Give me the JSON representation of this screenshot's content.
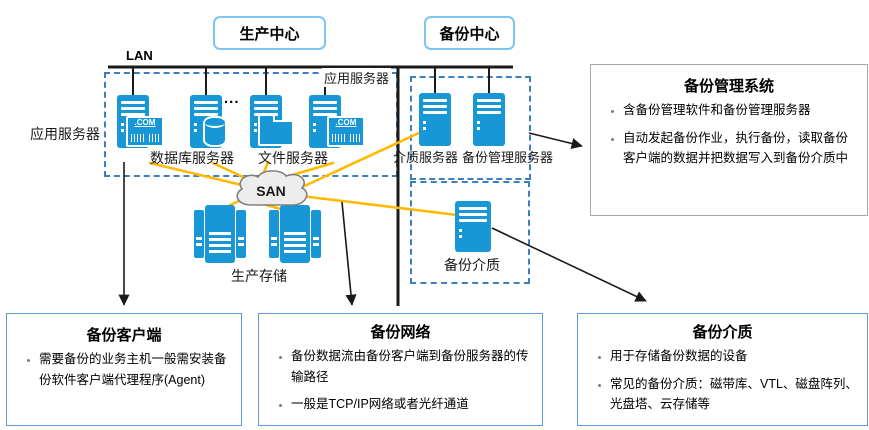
{
  "diagram": {
    "top_boxes": {
      "production_center": "生产中心",
      "backup_center": "备份中心"
    },
    "lan_label": "LAN",
    "san_label": "SAN",
    "left_group": {
      "outside_label": "应用服务器",
      "corner_label": "应用服务器",
      "ellipsis": "...",
      "db_server_label": "数据库服务器",
      "file_server_label": "文件服务器"
    },
    "right_group": {
      "media_server_label": "介质服务器",
      "backup_mgmt_server_label": "备份管理服务器",
      "backup_media_label": "备份介质"
    },
    "storage_label": "生产存储",
    "badge_com": ".COM"
  },
  "panels": {
    "backup_mgmt_system": {
      "title": "备份管理系统",
      "bullets": [
        "含备份管理软件和备份管理服务器",
        "自动发起备份作业，执行备份，读取备份客户端的数据并把数据写入到备份介质中"
      ]
    },
    "backup_client": {
      "title": "备份客户端",
      "bullets": [
        "需要备份的业务主机一般需安装备份软件客户端代理程序(Agent)"
      ]
    },
    "backup_network": {
      "title": "备份网络",
      "bullets": [
        "备份数据流由备份客户端到备份服务器的传输路径",
        "一般是TCP/IP网络或者光纤通道"
      ]
    },
    "backup_media": {
      "title": "备份介质",
      "bullets": [
        "用于存储备份数据的设备",
        "常见的备份介质：磁带库、VTL、磁盘阵列、光盘塔、云存储等"
      ]
    }
  },
  "colors": {
    "server_blue": "#1797D6",
    "connector_orange": "#FFB900",
    "dashed_border_blue": "#3D7EBF",
    "panel_border_blue": "#5B9BD5",
    "panel_border_gray": "#A6A6A6",
    "rounded_box_border": "#7EC5F2",
    "line_black": "#1A1A1A",
    "cloud_fill": "#EDEDED",
    "cloud_stroke": "#808080"
  }
}
